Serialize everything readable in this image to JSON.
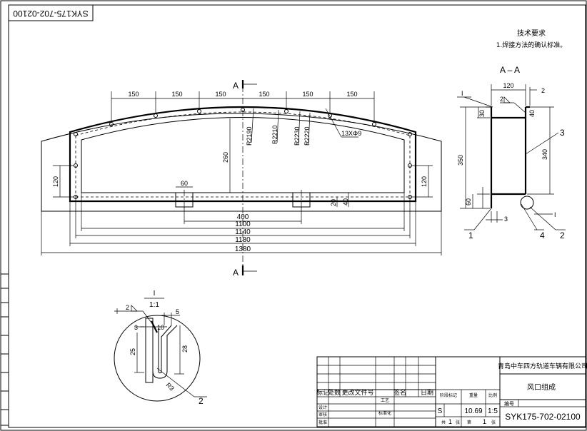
{
  "drawing": {
    "number": "SYK175-702-02100",
    "number_rotated": "SYK175-702-02100",
    "company": "青岛中车四方轨道车辆有限公司",
    "part_name": "风口组成",
    "material_code": "S",
    "weight": "10.69",
    "scale": "1:5",
    "sheet_total": "1",
    "sheet_no": "1",
    "code_label": "编号"
  },
  "tech_requirements": {
    "title": "技术要求",
    "item1": "1.焊接方法的确认标准。"
  },
  "section_view": {
    "label": "A – A",
    "dims": {
      "width_top": "120",
      "gap_right": "2",
      "height_total": "350",
      "inner_top": "30",
      "inner_bottom": "40",
      "height_right": "340",
      "bottom_left": "60",
      "bottom_gap": "3",
      "weld_size": "2"
    },
    "balloons": {
      "b1": "1",
      "b2": "2",
      "b3": "3",
      "b4": "4",
      "b_i": "I"
    }
  },
  "front_view": {
    "section_mark": "A",
    "pitch_labels": [
      "150",
      "150",
      "150",
      "150",
      "150",
      "150"
    ],
    "radii": [
      "R2190",
      "R2210",
      "R2230",
      "R2220"
    ],
    "holes": "13XΦ9",
    "h_260": "260",
    "h_120_left": "120",
    "h_120_right": "120",
    "small_60": "60",
    "h_40": "40",
    "h_20": "20",
    "w_400": "400",
    "w_1100": "1100",
    "w_1140": "1140",
    "w_1180": "1180",
    "w_1380": "1380"
  },
  "detail_view": {
    "label_i": "I",
    "scale": "1:1",
    "d5": "5",
    "d3": "3",
    "d10": "10",
    "d25": "25",
    "d28": "28",
    "r": "R3",
    "weld": "2",
    "balloon": "2"
  },
  "title_block": {
    "headers_row": [
      "标记",
      "处数",
      "更改文件号",
      "签名",
      "日期"
    ],
    "stage_label": "阶段标记",
    "weight_label": "重量",
    "scale_label": "比例",
    "design": "设计",
    "check": "审核",
    "process": "工艺",
    "standard": "标准化",
    "approve": "批准",
    "sheet_label": "共",
    "sheet_unit": "张",
    "page_label": "第",
    "page_unit": "张"
  }
}
